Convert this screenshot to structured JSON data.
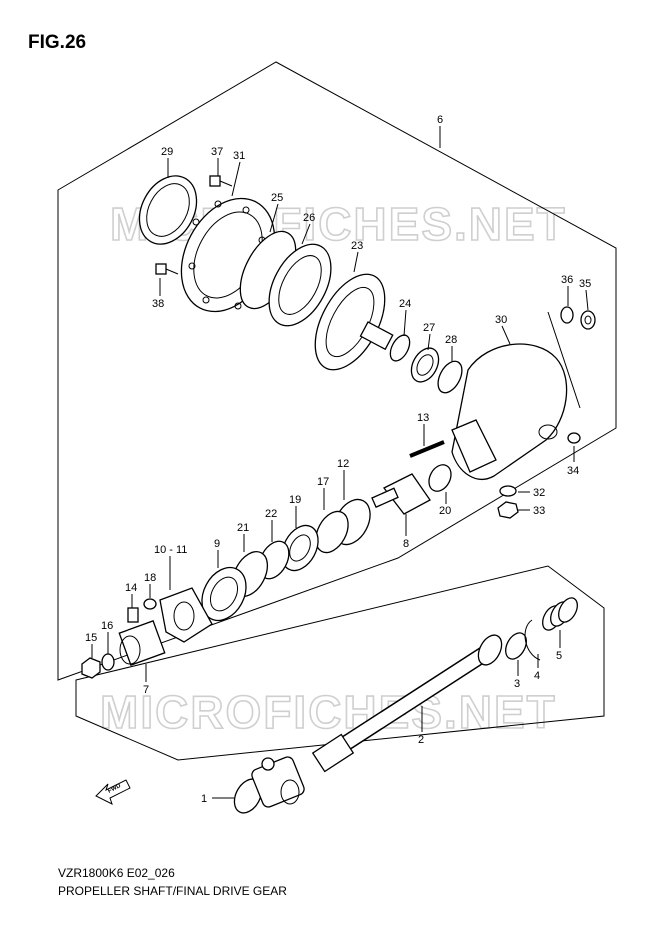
{
  "header": {
    "figure_label": "FIG.26"
  },
  "watermark": {
    "text": "MICROFICHES.NET"
  },
  "footer": {
    "model_code": "VZR1800K6 E02_026",
    "caption": "PROPELLER SHAFT/FINAL DRIVE GEAR"
  },
  "direction_marker": {
    "text": "FWD",
    "icon": "forward-arrow-icon"
  },
  "part_labels": {
    "p1": "1",
    "p2": "2",
    "p3": "3",
    "p4": "4",
    "p5": "5",
    "p6": "6",
    "p7": "7",
    "p8": "8",
    "p9": "9",
    "p10_11": "10 - 11",
    "p12": "12",
    "p13": "13",
    "p14": "14",
    "p15": "15",
    "p16": "16",
    "p17": "17",
    "p18": "18",
    "p19": "19",
    "p20": "20",
    "p21": "21",
    "p22": "22",
    "p23": "23",
    "p24": "24",
    "p25": "25",
    "p26": "26",
    "p27": "27",
    "p28": "28",
    "p29": "29",
    "p30": "30",
    "p31": "31",
    "p32": "32",
    "p33": "33",
    "p34": "34",
    "p35": "35",
    "p36": "36",
    "p37": "37",
    "p38": "38"
  }
}
